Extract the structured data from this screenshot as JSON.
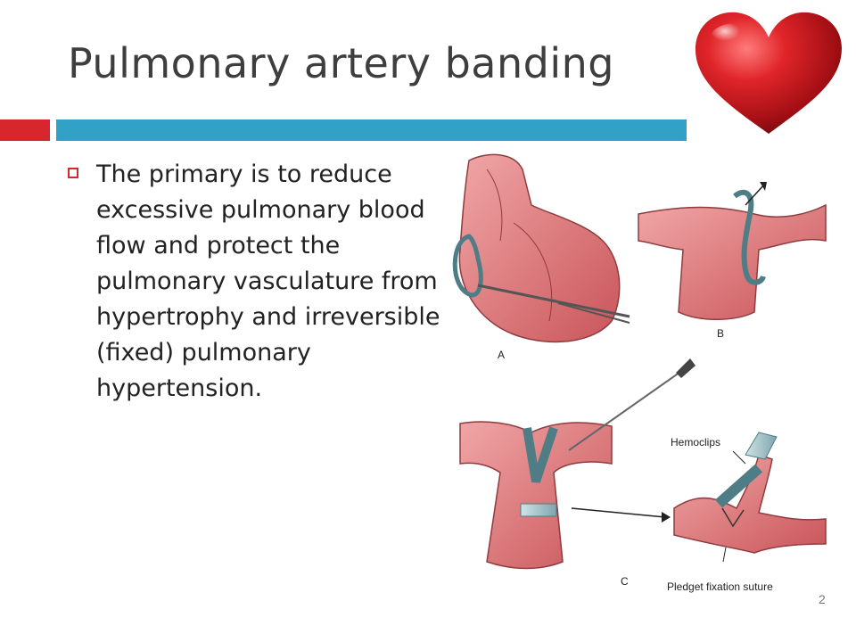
{
  "slide": {
    "title": "Pulmonary artery banding",
    "bullets": [
      "The primary is to reduce excessive pulmonary blood flow and protect the pulmonary vasculature from hypertrophy and irreversible (fixed) pulmonary hypertension."
    ],
    "slide_number": "2",
    "accent_colors": {
      "red": "#d8262e",
      "blue": "#31a1c6"
    }
  },
  "figure": {
    "labels": {
      "a": "A",
      "b": "B",
      "c": "C",
      "hemoclips": "Hemoclips",
      "pledget": "Pledget fixation suture"
    },
    "icons": [
      "heart-icon"
    ]
  }
}
